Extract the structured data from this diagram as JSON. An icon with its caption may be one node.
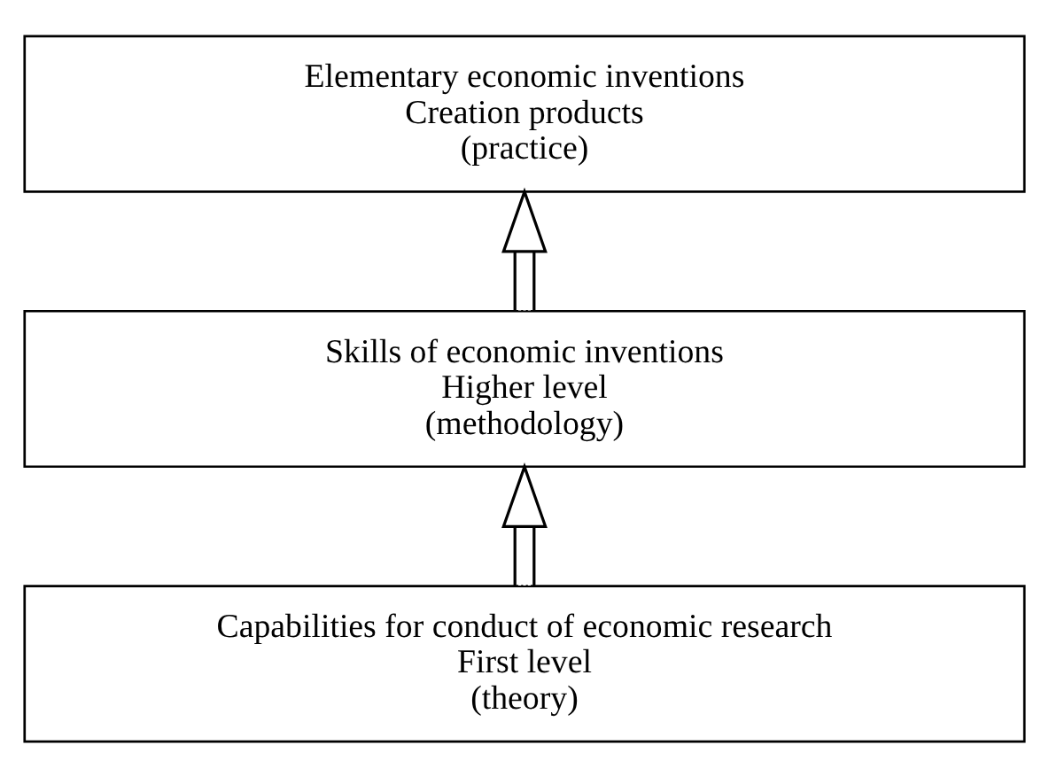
{
  "diagram": {
    "nodes": [
      {
        "text": [
          "Elementary economic inventions",
          "Creation products",
          "(practice)"
        ]
      },
      {
        "text": [
          "Skills of economic inventions",
          "Higher level",
          "(methodology)"
        ]
      },
      {
        "text": [
          "Capabilities for conduct of economic research",
          "First level",
          "(theory)"
        ]
      }
    ],
    "edges": [
      {
        "from": 2,
        "to": 1,
        "arrow": "to"
      },
      {
        "from": 1,
        "to": 0,
        "arrow": "to"
      }
    ]
  }
}
